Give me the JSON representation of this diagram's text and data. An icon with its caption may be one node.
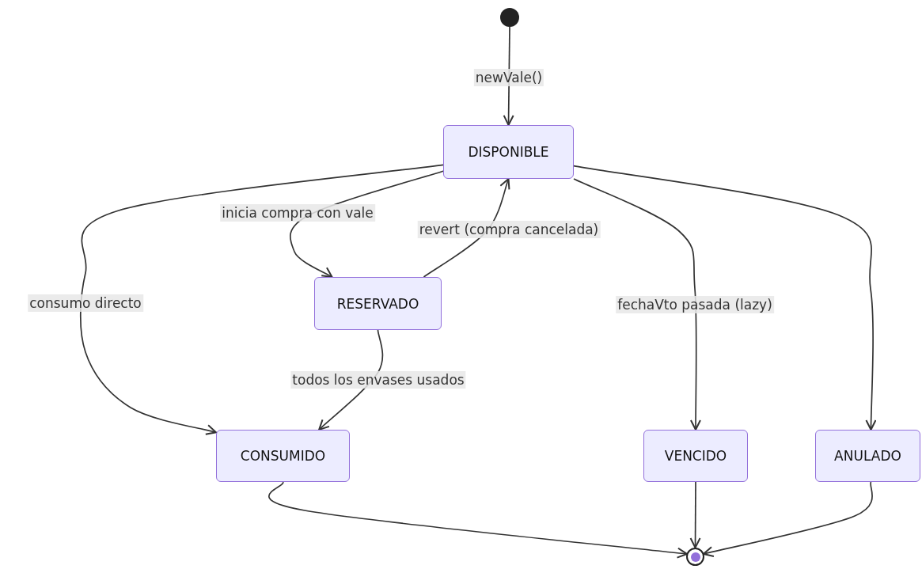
{
  "diagram": {
    "nodes": [
      {
        "text": [],
        "shape": "circle"
      },
      {
        "text": [
          "DISPONIBLE"
        ]
      },
      {
        "text": [
          "RESERVADO"
        ]
      },
      {
        "text": [
          "CONSUMIDO"
        ]
      },
      {
        "text": [
          "VENCIDO"
        ]
      },
      {
        "text": [
          "ANULADO"
        ]
      },
      {
        "text": [],
        "shape": "bullseye"
      }
    ],
    "edges": [
      {
        "from": 0,
        "to": 1,
        "arrow": "to",
        "label": "newVale()"
      },
      {
        "from": 1,
        "to": 2,
        "arrow": "to",
        "label": "inicia compra con vale"
      },
      {
        "from": 2,
        "to": 1,
        "arrow": "to",
        "label": "revert (compra cancelada)"
      },
      {
        "from": 1,
        "to": 3,
        "arrow": "to",
        "label": "consumo directo"
      },
      {
        "from": 2,
        "to": 3,
        "arrow": "to",
        "label": "todos los envases usados"
      },
      {
        "from": 1,
        "to": 4,
        "arrow": "to",
        "label": "fechaVto pasada (lazy)"
      },
      {
        "from": 1,
        "to": 5,
        "arrow": "to"
      },
      {
        "from": 3,
        "to": 6,
        "arrow": "to"
      },
      {
        "from": 4,
        "to": 6,
        "arrow": "to"
      },
      {
        "from": 5,
        "to": 6,
        "arrow": "to"
      }
    ]
  }
}
